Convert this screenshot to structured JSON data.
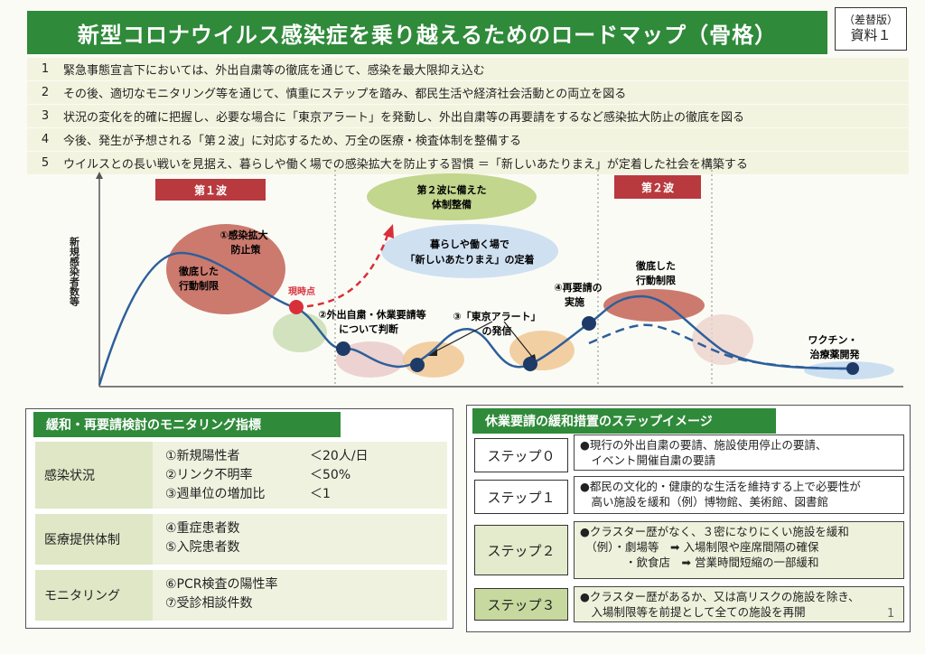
{
  "title": "新型コロナウイルス感染症を乗り越えるためのロードマップ（骨格）",
  "doc_label": {
    "line1": "（差替版）",
    "line2": "資料１"
  },
  "points": [
    {
      "num": "1",
      "text": "緊急事態宣言下においては、外出自粛等の徹底を通じて、感染を最大限抑え込む"
    },
    {
      "num": "2",
      "text": "その後、適切なモニタリング等を通じて、慎重にステップを踏み、都民生活や経済社会活動との両立を図る"
    },
    {
      "num": "3",
      "text": "状況の変化を的確に把握し、必要な場合に「東京アラート」を発動し、外出自粛等の再要請をするなど感染拡大防止の徹底を図る"
    },
    {
      "num": "4",
      "text": "今後、発生が予想される「第２波」に対応するため、万全の医療・検査体制を整備する"
    },
    {
      "num": "5",
      "text": "ウイルスとの長い戦いを見据え、暮らしや働く場での感染拡大を防止する習慣 ＝「新しいあたりまえ」が定着した社会を構築する"
    }
  ],
  "chart": {
    "y_axis_label": "新規感染者数等",
    "wave1": "第１波",
    "wave2": "第２波",
    "wave2_prep": [
      "第２波に備えた",
      "体制整備"
    ],
    "new_normal": [
      "暮らしや働く場で",
      "「新しいあたりまえ」の定着"
    ],
    "measure1": [
      "①感染拡大",
      "防止策"
    ],
    "strict_behavior": [
      "徹底した",
      "行動制限"
    ],
    "now": "現時点",
    "measure2": [
      "②外出自粛・休業要請等",
      "について判断"
    ],
    "measure3": [
      "③「東京アラート」",
      "の発信"
    ],
    "measure4": [
      "④再要請の",
      "実施"
    ],
    "strict_behavior2": [
      "徹底した",
      "行動制限"
    ],
    "vaccine": [
      "ワクチン・",
      "治療薬開発"
    ],
    "colors": {
      "curve": "#2d5f9a",
      "red": "#d8303a",
      "wave_box": "#b83a3e"
    }
  },
  "monitoring": {
    "header": "緩和・再要請検討のモニタリング指標",
    "rows": [
      {
        "category": "感染状況",
        "items": [
          {
            "name": "①新規陽性者",
            "value": "＜20人/日"
          },
          {
            "name": "②リンク不明率",
            "value": "＜50%"
          },
          {
            "name": "③週単位の増加比",
            "value": "＜1"
          }
        ]
      },
      {
        "category": "医療提供体制",
        "items": [
          {
            "name": "④重症患者数",
            "value": ""
          },
          {
            "name": "⑤入院患者数",
            "value": ""
          }
        ]
      },
      {
        "category": "モニタリング",
        "items": [
          {
            "name": "⑥PCR検査の陽性率",
            "value": ""
          },
          {
            "name": "⑦受診相談件数",
            "value": ""
          }
        ]
      }
    ]
  },
  "steps": {
    "header": "休業要請の緩和措置のステップイメージ",
    "items": [
      {
        "label": "ステップ０",
        "lines": [
          "●現行の外出自粛の要請、施設使用停止の要請、",
          "　イベント開催自粛の要請"
        ]
      },
      {
        "label": "ステップ１",
        "lines": [
          "●都民の文化的・健康的な生活を維持する上で必要性が",
          "　高い施設を緩和（例）博物館、美術館、図書館"
        ]
      },
      {
        "label": "ステップ２",
        "lines": [
          "●クラスター歴がなく、３密になりにくい施設を緩和",
          "　（例）・劇場等　➡ 入場制限や座席間隔の確保",
          "　　　　・飲食店　➡ 営業時間短縮の一部緩和"
        ]
      },
      {
        "label": "ステップ３",
        "lines": [
          "●クラスター歴があるか、又は高リスクの施設を除き、",
          "　入場制限等を前提として全ての施設を再開"
        ]
      }
    ]
  },
  "page_number": "1"
}
